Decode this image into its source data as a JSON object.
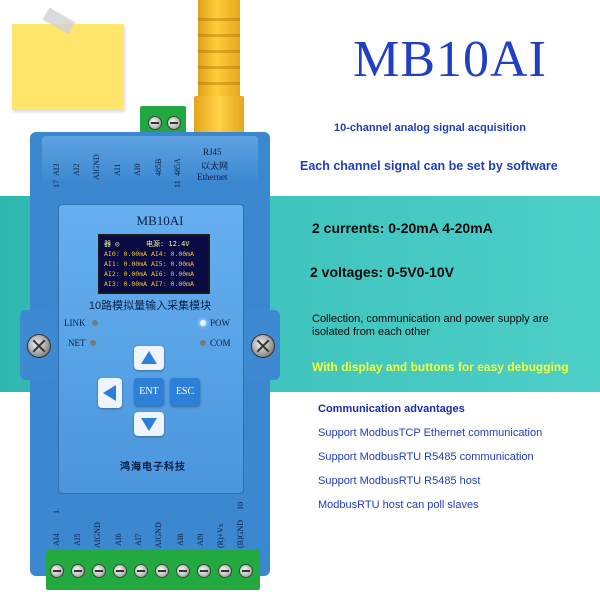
{
  "product": {
    "model": "MB10AI",
    "feature1": "10-channel analog signal acquisition",
    "feature2": "Each channel signal can be set by software",
    "currents": "2 currents: 0-20mA 4-20mA",
    "voltages": "2 voltages: 0-5V0-10V",
    "isolation": "Collection, communication and power supply are isolated from each other",
    "display": "With display and buttons for easy debugging",
    "advantages_title": "Communication advantages",
    "advantages": [
      "Support ModbusTCP Ethernet communication",
      "Support ModbusRTU R5485 communication",
      "Support ModbusRTU R5485 host",
      "ModbusRTU host can poll slaves"
    ]
  },
  "device": {
    "panel_name": "MB10AI",
    "top_labels": [
      "AI3",
      "AI2",
      "AIGND",
      "AI1",
      "AI0",
      "485B",
      "485A"
    ],
    "top_numbers": [
      "17",
      "11"
    ],
    "rj45_labels": [
      "RJ45",
      "以太网",
      "Ethernet"
    ],
    "lcd": {
      "left_header": "器 ◎",
      "power": "电源: 12.4V",
      "rows": [
        "AI0: 0.00mA AI4: 0.00mA",
        "AI1: 0.00mA AI5: 0.00mA",
        "AI2: 0.00mA AI6: 0.00mA",
        "AI3: 0.00mA AI7: 0.00mA"
      ]
    },
    "cn_title": "10路模拟量输入采集模块",
    "leds": {
      "link": "LINK",
      "net": "NET",
      "pow": "POW",
      "com": "COM"
    },
    "buttons": {
      "ent": "ENT",
      "esc": "ESC"
    },
    "brand": "鸿海电子科技",
    "bottom_labels": [
      "AI4",
      "AI5",
      "AIGND",
      "AI6",
      "AI7",
      "AIGND",
      "AI8",
      "AI9",
      "(R)+Vs",
      "(B)GND"
    ],
    "bottom_numbers": [
      "1",
      "10"
    ]
  },
  "colors": {
    "title_blue": "#1f3fc4",
    "band": "#3fc3bd",
    "yellow_text": "#f4ff3a",
    "device_blue": "#3b87d0",
    "terminal_green": "#22aa40",
    "cable_yellow": "#ffce3a"
  }
}
